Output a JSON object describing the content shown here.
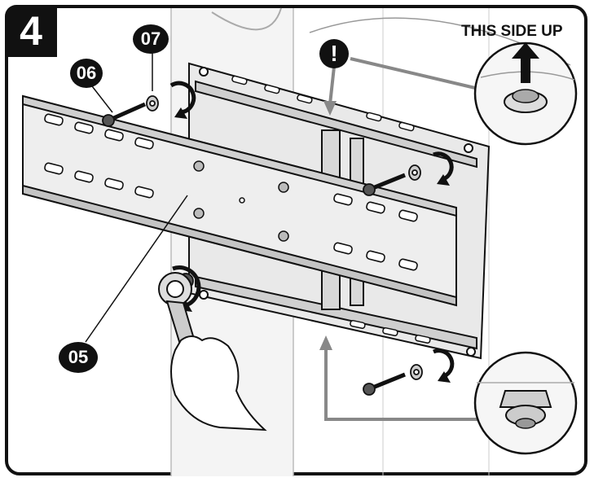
{
  "step": {
    "number": "4"
  },
  "callouts": {
    "part_05": "05",
    "part_06": "06",
    "part_07": "07",
    "warning": "!"
  },
  "labels": {
    "orientation": "THIS SIDE UP"
  },
  "colors": {
    "line": "#111111",
    "plate": "#e6e6e6",
    "plate_dark": "#bdbdbd",
    "arrow_gray": "#8a8a8a",
    "wall": "#f2f2f2"
  }
}
